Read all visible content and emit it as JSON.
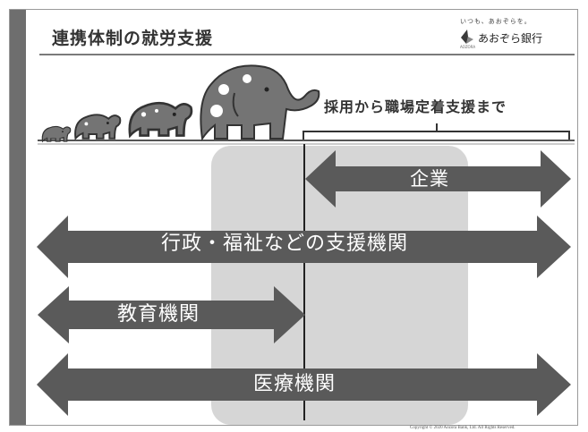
{
  "header": {
    "title": "連携体制の就労支援",
    "logo": {
      "tagline": "いつも、あおぞらを。",
      "name": "あおぞら銀行",
      "small_text": "AOZORA"
    }
  },
  "diagram": {
    "support_scope_label": "採用から職場定着支援まで",
    "arrows": {
      "company": "企業",
      "admin_welfare": "行政・福祉などの支援機関",
      "education": "教育機関",
      "medical": "医療機関"
    }
  },
  "footer": {
    "copyright": "Copyright © 2020 Aozora Bank, Ltd.  All Rights Reserved."
  },
  "colors": {
    "arrow_fill": "#5a5a5a",
    "highlight_box": "#d6d6d6",
    "left_bar": "#6e6e6e",
    "elephant_fill": "#747474"
  }
}
